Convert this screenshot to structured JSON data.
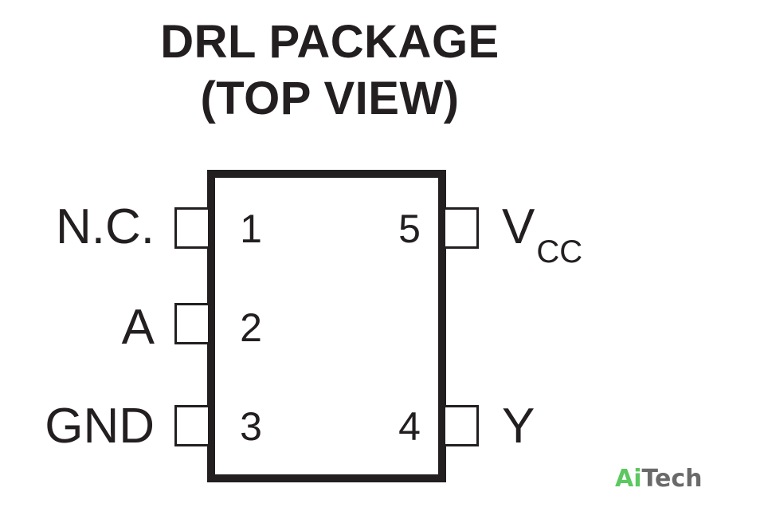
{
  "title": {
    "line1": "DRL PACKAGE",
    "line2": "(TOP VIEW)"
  },
  "pins": {
    "p1": {
      "number": "1",
      "label": "N.C."
    },
    "p2": {
      "number": "2",
      "label": "A"
    },
    "p3": {
      "number": "3",
      "label": "GND"
    },
    "p4": {
      "number": "4",
      "label": "Y"
    },
    "p5": {
      "number": "5",
      "label_main": "V",
      "label_sub": "CC"
    }
  },
  "logo": {
    "ai": "Ai",
    "tech": "Tech",
    "colors": {
      "ai": "#5cc860",
      "tech": "#6a6a6a"
    }
  },
  "colors": {
    "ink": "#231f20",
    "background": "#ffffff"
  }
}
